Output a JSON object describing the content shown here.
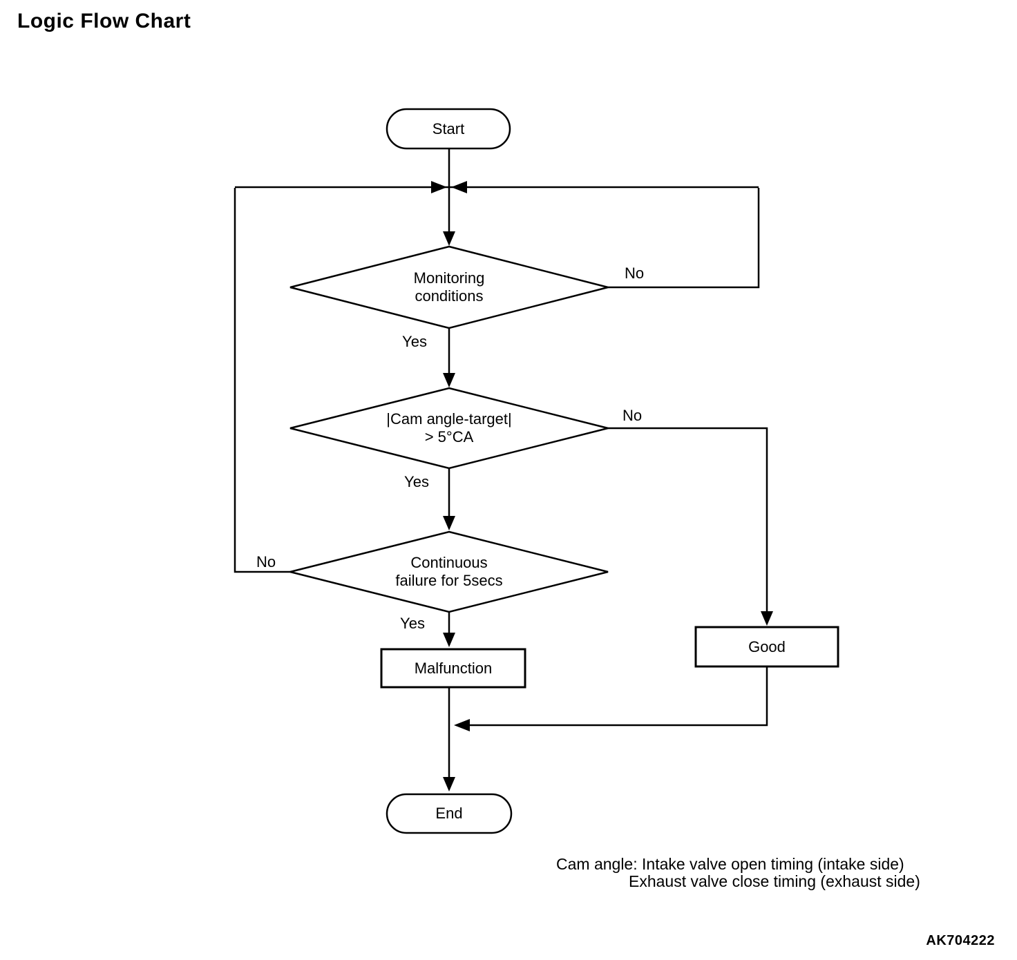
{
  "title": "Logic Flow Chart",
  "figure_code": "AK704222",
  "colors": {
    "line": "#000000",
    "text": "#000000",
    "background": "#ffffff"
  },
  "nodes": {
    "start": {
      "type": "terminator",
      "label": "Start"
    },
    "monitoring": {
      "type": "decision",
      "line1": "Monitoring",
      "line2": "conditions"
    },
    "cam_angle": {
      "type": "decision",
      "line1": "|Cam angle-target|",
      "line2": "> 5°CA"
    },
    "continuous": {
      "type": "decision",
      "line1": "Continuous",
      "line2": "failure for 5secs"
    },
    "malfunction": {
      "type": "process",
      "label": "Malfunction"
    },
    "good": {
      "type": "process",
      "label": "Good"
    },
    "end": {
      "type": "terminator",
      "label": "End"
    }
  },
  "edges": [
    {
      "from": "start",
      "to": "monitoring",
      "label": ""
    },
    {
      "from": "monitoring",
      "to": "cam_angle",
      "label": "Yes"
    },
    {
      "from": "monitoring",
      "to": "loop-junction",
      "label": "No"
    },
    {
      "from": "cam_angle",
      "to": "continuous",
      "label": "Yes"
    },
    {
      "from": "cam_angle",
      "to": "good",
      "label": "No"
    },
    {
      "from": "continuous",
      "to": "malfunction",
      "label": "Yes"
    },
    {
      "from": "continuous",
      "to": "loop-junction",
      "label": "No"
    },
    {
      "from": "malfunction",
      "to": "end",
      "label": ""
    },
    {
      "from": "good",
      "to": "end",
      "label": ""
    }
  ],
  "footnote": {
    "line1": "Cam angle: Intake valve open timing (intake side)",
    "line2": "Exhaust valve close timing (exhaust side)"
  }
}
